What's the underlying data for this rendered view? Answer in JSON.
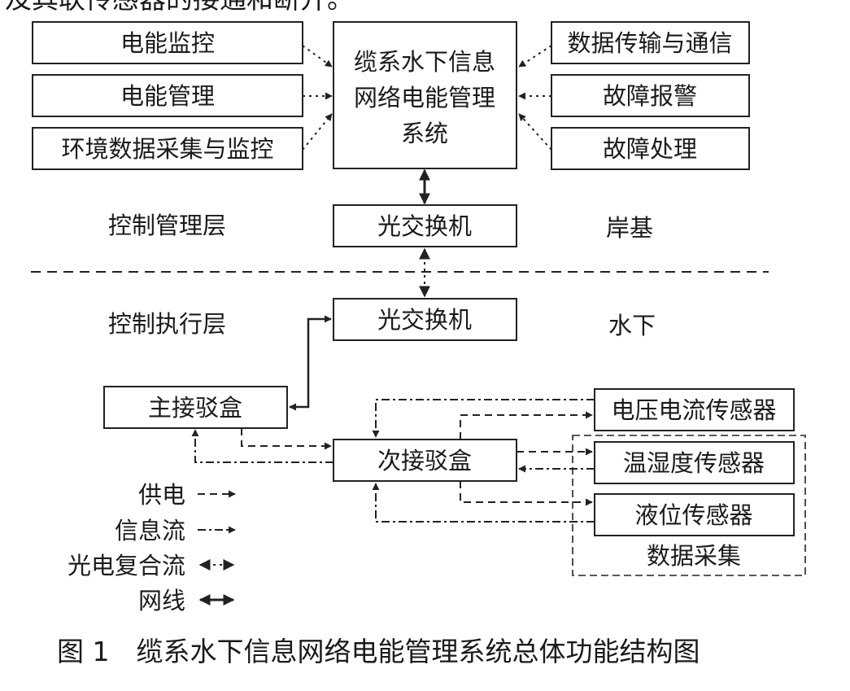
{
  "header_fragment": "及其联传感器的接通和断开。",
  "left_functions": [
    "电能监控",
    "电能管理",
    "环境数据采集与监控"
  ],
  "central_system": [
    "缆系水下信息",
    "网络电能管理",
    "系统"
  ],
  "right_functions": [
    "数据传输与通信",
    "故障报警",
    "故障处理"
  ],
  "layers": {
    "control_management": "控制管理层",
    "control_execution": "控制执行层",
    "shore": "岸基",
    "underwater": "水下"
  },
  "switch_top": "光交换机",
  "switch_bottom": "光交换机",
  "main_junction_box": "主接驳盒",
  "sub_junction_box": "次接驳盒",
  "sensors": [
    "电压电流传感器",
    "温湿度传感器",
    "液位传感器"
  ],
  "data_group_label": "数据采集",
  "legend": [
    {
      "label": "供电",
      "style": "dash"
    },
    {
      "label": "信息流",
      "style": "dash-dot"
    },
    {
      "label": "光电复合流",
      "style": "double-thick"
    },
    {
      "label": "网线",
      "style": "double-solid"
    }
  ],
  "caption": "图 1　缆系水下信息网络电能管理系统总体功能结构图"
}
